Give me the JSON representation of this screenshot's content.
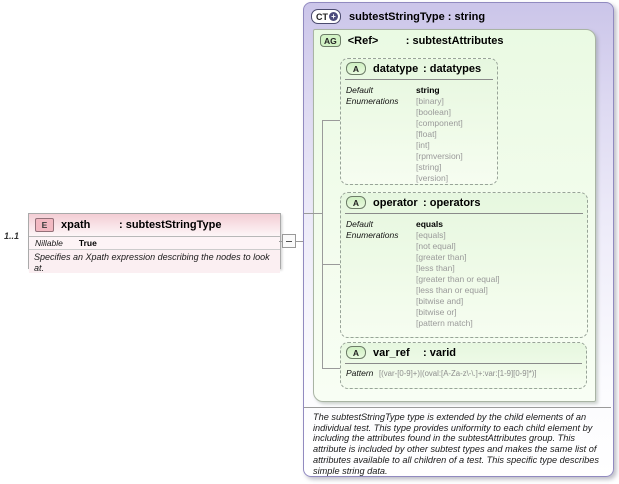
{
  "element": {
    "cardinality": "1..1",
    "badge": "E",
    "name": "xpath",
    "type": ": subtestStringType",
    "property": {
      "label": "Nillable",
      "value": "True"
    },
    "annotation": "Specifies an Xpath expression describing the nodes to look at."
  },
  "complex_type": {
    "badge": "CT",
    "expand_glyph": "+",
    "title": "subtestStringType : string",
    "documentation": "The subtestStringType type is extended by the child elements of an individual test.  This type provides uniformity to each child element by including the attributes found in the subtestAttributes group.  This attribute is included by other subtest types and makes the same list of attributes available to all children of a test.  This specific type describes simple string data.",
    "group": {
      "badge": "AG",
      "name": "<Ref>",
      "type": ": subtestAttributes",
      "attributes": [
        {
          "badge": "A",
          "name": "datatype",
          "type": ": datatypes",
          "default_label": "Default",
          "default_value": "string",
          "enum_label": "Enumerations",
          "enumerations": [
            "[binary]",
            "[boolean]",
            "[component]",
            "[float]",
            "[int]",
            "[rpmversion]",
            "[string]",
            "[version]"
          ]
        },
        {
          "badge": "A",
          "name": "operator",
          "type": ": operators",
          "default_label": "Default",
          "default_value": "equals",
          "enum_label": "Enumerations",
          "enumerations": [
            "[equals]",
            "[not equal]",
            "[greater than]",
            "[less than]",
            "[greater than or equal]",
            "[less than or equal]",
            "[bitwise and]",
            "[bitwise or]",
            "[pattern match]"
          ]
        },
        {
          "badge": "A",
          "name": "var_ref",
          "type": ": varid",
          "pattern_label": "Pattern",
          "pattern_value": "[(var-[0-9]+)|(oval:[A-Za-z\\-\\.]+:var:[1-9][0-9]*)]"
        }
      ]
    }
  },
  "colors": {
    "element_pink": "#f2b9c2",
    "type_lavender": "#cbc5e9",
    "group_green": "#d2f2c5",
    "attribute_green": "#e6f7df",
    "connector_gray": "#9a9a9a"
  }
}
